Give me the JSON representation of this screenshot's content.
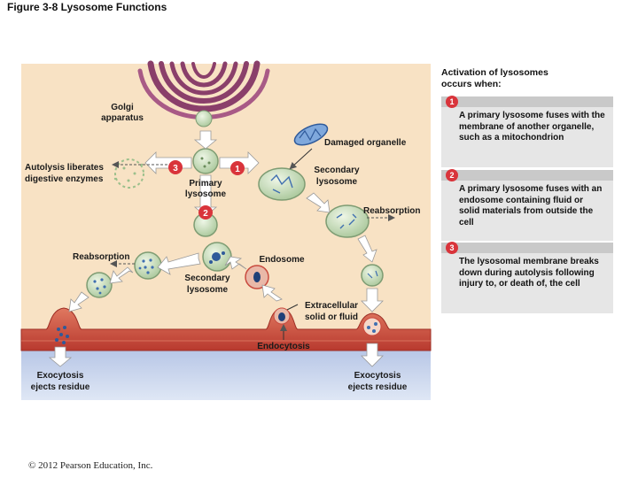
{
  "figure_title": "Figure 3-8  Lysosome Functions",
  "labels": {
    "golgi_1": "Golgi",
    "golgi_2": "apparatus",
    "damaged": "Damaged organelle",
    "autolysis_1": "Autolysis liberates",
    "autolysis_2": "digestive enzymes",
    "primary_1": "Primary",
    "primary_2": "lysosome",
    "secondary_right_1": "Secondary",
    "secondary_right_2": "lysosome",
    "reabsorption_right": "Reabsorption",
    "reabsorption_left": "Reabsorption",
    "endosome": "Endosome",
    "secondary_mid_1": "Secondary",
    "secondary_mid_2": "lysosome",
    "extracellular_1": "Extracellular",
    "extracellular_2": "solid or fluid",
    "endocytosis": "Endocytosis",
    "exo_left_1": "Exocytosis",
    "exo_left_2": "ejects residue",
    "exo_right_1": "Exocytosis",
    "exo_right_2": "ejects residue"
  },
  "markers": {
    "m1": "1",
    "m2": "2",
    "m3": "3"
  },
  "panel": {
    "heading_1": "Activation of lysosomes",
    "heading_2": "occurs when:",
    "steps": [
      {
        "num": "1",
        "text": "A primary lysosome fuses with the membrane of another organelle, such as a mitochondrion"
      },
      {
        "num": "2",
        "text": "A primary lysosome fuses with an endosome containing fluid or solid materials from outside the cell"
      },
      {
        "num": "3",
        "text": "The lysosomal membrane breaks down during autolysis following injury to, or death of, the cell"
      }
    ]
  },
  "copyright": "© 2012 Pearson Education, Inc.",
  "colors": {
    "cytoplasm": "#f8e2c4",
    "membrane": "#c94a3e",
    "extracellular": "#c9d6ec",
    "lysosome_fill": "#cfe2c2",
    "lysosome_edge": "#7e9c73",
    "marker": "#d9343b",
    "golgi": "#8a3f6a"
  }
}
